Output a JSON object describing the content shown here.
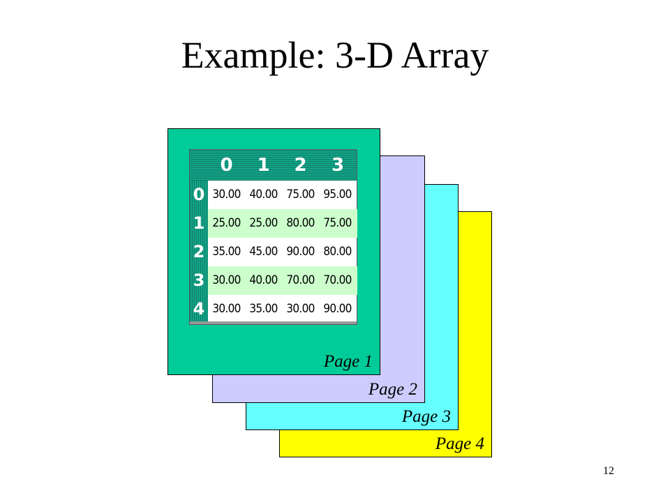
{
  "title": "Example: 3-D Array",
  "pages": [
    {
      "label": "Page 1",
      "color": "#00cc99"
    },
    {
      "label": "Page 2",
      "color": "#ccccff"
    },
    {
      "label": "Page 3",
      "color": "#66ffff"
    },
    {
      "label": "Page 4",
      "color": "#ffff00"
    }
  ],
  "table": {
    "column_headers": [
      "0",
      "1",
      "2",
      "3"
    ],
    "row_headers": [
      "0",
      "1",
      "2",
      "3",
      "4"
    ],
    "rows": [
      [
        "30.00",
        "40.00",
        "75.00",
        "95.00"
      ],
      [
        "25.00",
        "25.00",
        "80.00",
        "75.00"
      ],
      [
        "35.00",
        "45.00",
        "90.00",
        "80.00"
      ],
      [
        "30.00",
        "40.00",
        "70.00",
        "70.00"
      ],
      [
        "30.00",
        "35.00",
        "30.00",
        "90.00"
      ]
    ]
  },
  "slide_number": "12"
}
